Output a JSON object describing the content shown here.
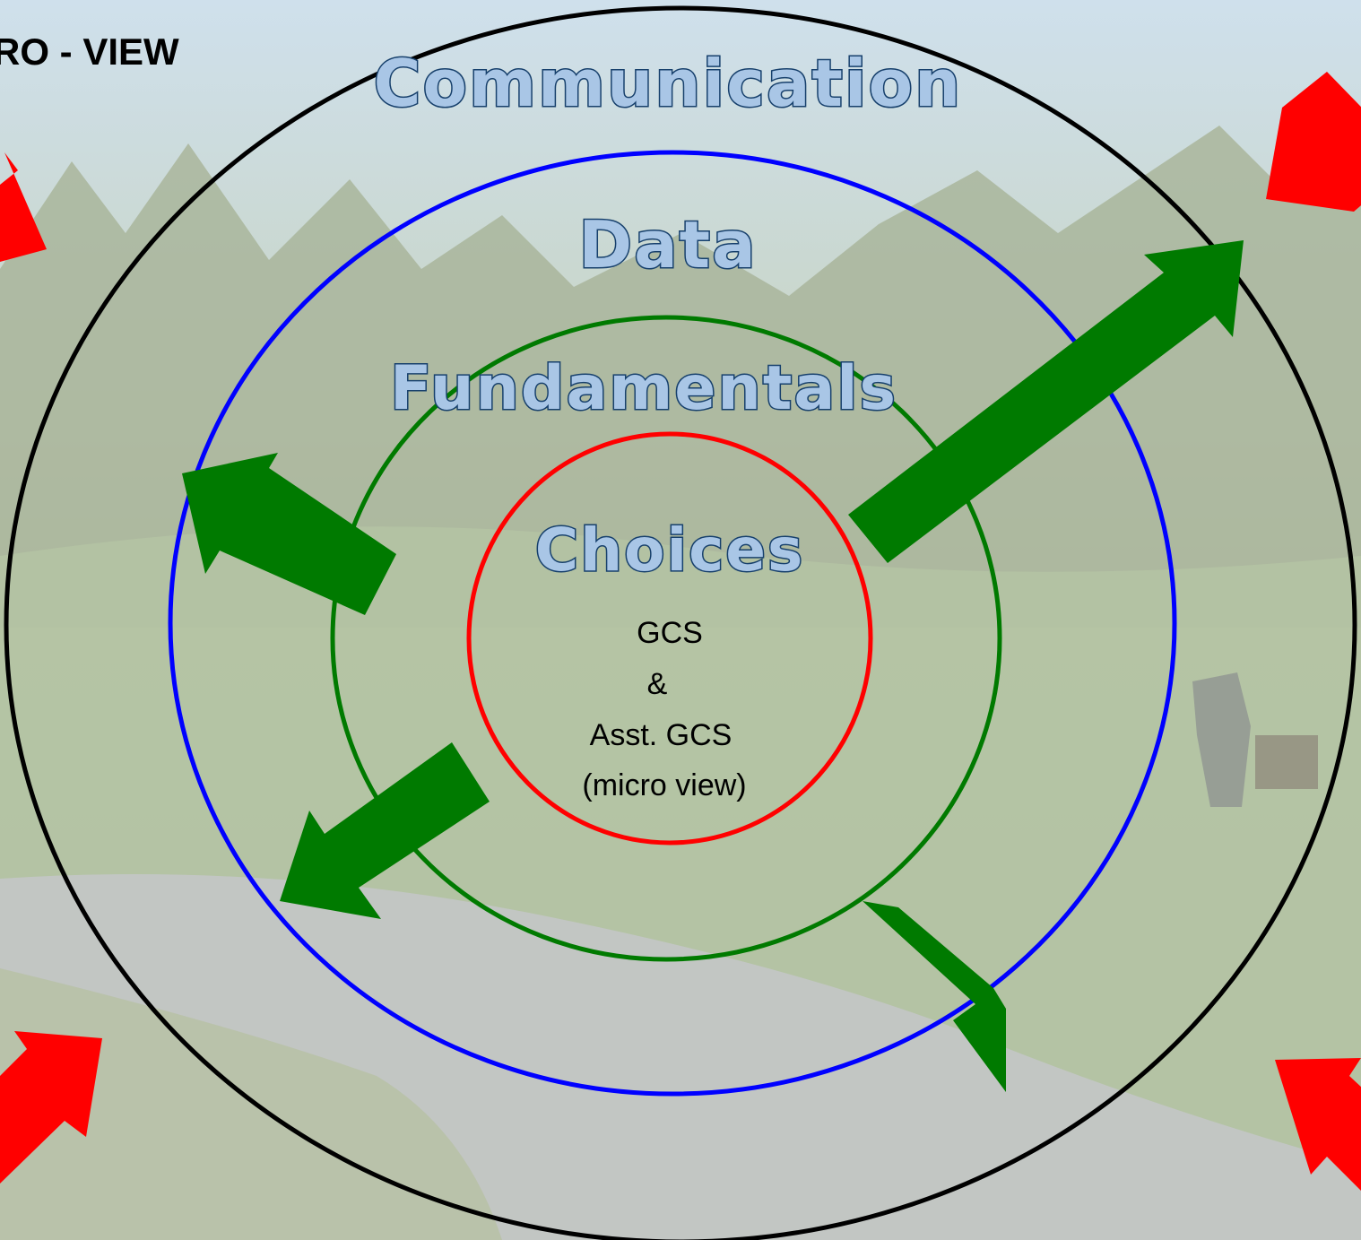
{
  "header": {
    "corner_title": "RO - VIEW"
  },
  "rings": {
    "outer_label": "Communication",
    "second_label": "Data",
    "third_label": "Fundamentals",
    "inner_label": "Choices"
  },
  "center": {
    "line1": "GCS",
    "line2": "&",
    "line3": "Asst. GCS",
    "line4": "(micro view)"
  },
  "colors": {
    "outer_ring": "#000000",
    "data_ring": "#0000ff",
    "fundamentals_ring": "#007a00",
    "choices_ring": "#ff0000",
    "inward_arrows": "#ff0000",
    "outward_arrows": "#007a00"
  }
}
